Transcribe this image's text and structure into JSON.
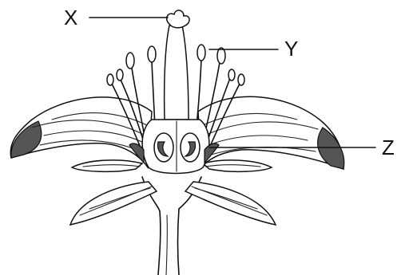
{
  "labels": {
    "x": "X",
    "y": "Y",
    "z": "Z"
  },
  "parts": {
    "x": "stigma",
    "y": "anther",
    "z": "petal base"
  }
}
